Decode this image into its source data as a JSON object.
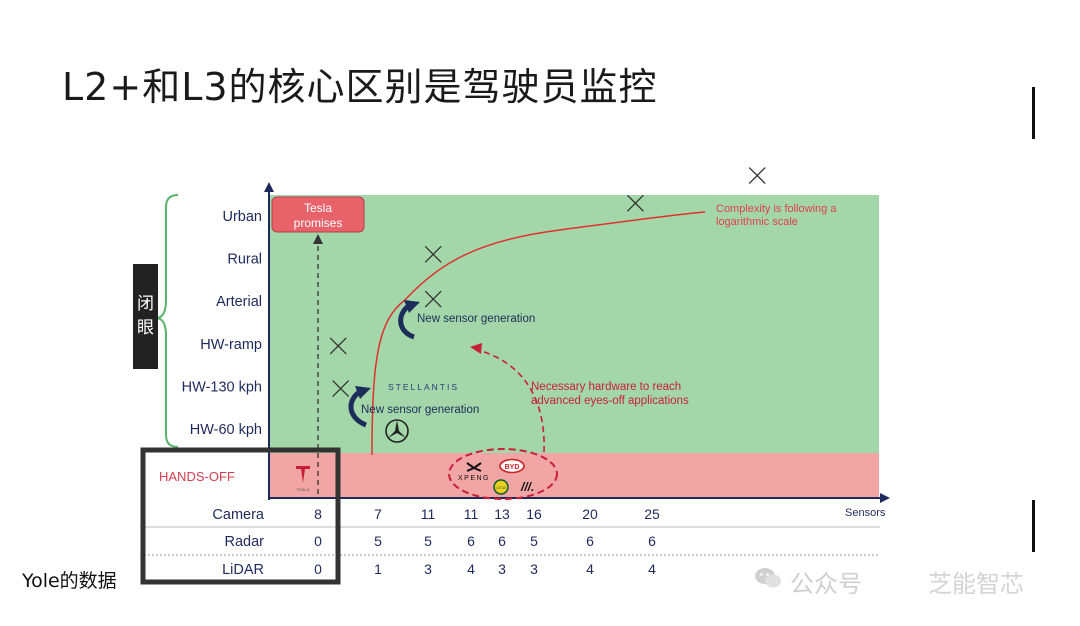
{
  "page": {
    "title": "L2+和L3的核心区别是驾驶员监控",
    "source_note": "Yole的数据",
    "watermark_a": "公众号",
    "watermark_b": "芝能智芯"
  },
  "chart_data": {
    "type": "scatter",
    "y_levels": [
      "HW-60 kph",
      "HW-130 kph",
      "HW-ramp",
      "Arterial",
      "Rural",
      "Urban"
    ],
    "bottom_band_label": "Hands-off",
    "bracket_label": "闭眼",
    "x_axis_label": "Sensors",
    "x_range": [
      4,
      29
    ],
    "points": [
      {
        "x": 24,
        "y": 5.95
      },
      {
        "x": 19,
        "y": 5.3
      },
      {
        "x": 10.7,
        "y": 4.1
      },
      {
        "x": 10.7,
        "y": 3.05
      },
      {
        "x": 6.8,
        "y": 1.95
      },
      {
        "x": 6.9,
        "y": 0.95
      }
    ],
    "curve_label": "Complexity is following a logarithmic scale",
    "annotations": {
      "tesla_promises": "Tesla promises",
      "new_sensor_gen_upper": "New sensor generation",
      "new_sensor_gen_lower": "New sensor generation",
      "necessary_hardware": "Necessary hardware to reach advanced eyes-off applications"
    },
    "logos": {
      "stellantis": "STELLANTIS",
      "xpeng": "XPENG",
      "byd": "BYD",
      "tesla": "TESLA",
      "lotus": "LOTUS",
      "zeekr": "///."
    },
    "table": {
      "rows": [
        {
          "label": "Camera",
          "values": [
            "8",
            "7",
            "11",
            "11",
            "13",
            "16",
            "20",
            "25"
          ]
        },
        {
          "label": "Radar",
          "values": [
            "0",
            "5",
            "5",
            "6",
            "6",
            "5",
            "6",
            "6"
          ]
        },
        {
          "label": "LiDAR",
          "values": [
            "0",
            "1",
            "3",
            "4",
            "3",
            "3",
            "4",
            "4"
          ]
        }
      ]
    },
    "colors": {
      "green_band": "#a3d6a8",
      "red_band": "#f2a5a5",
      "curve": "#e03030",
      "annotation_red": "#c8203a",
      "axis_text": "#1f2a5c",
      "arrow_dark": "#1d2d5a"
    }
  }
}
